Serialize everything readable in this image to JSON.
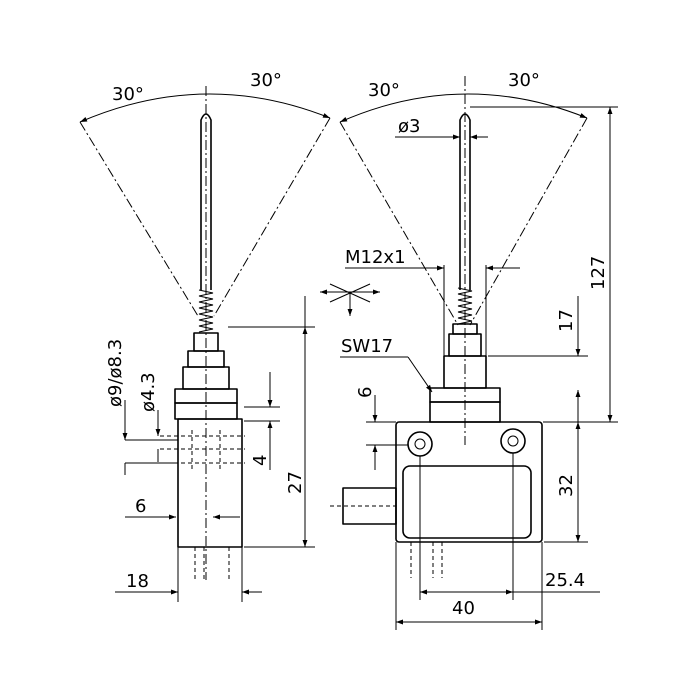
{
  "left_view": {
    "angle_left": "30°",
    "angle_right": "30°",
    "dia_thread": "ø9/ø8.3",
    "dia_bore": "ø4.3",
    "dim_6": "6",
    "dim_4": "4",
    "dim_27": "27",
    "dim_18": "18"
  },
  "right_view": {
    "angle_left": "30°",
    "angle_right": "30°",
    "dia_rod": "ø3",
    "thread": "M12x1",
    "wrench": "SW17",
    "dim_127": "127",
    "dim_17": "17",
    "dim_6": "6",
    "dim_32": "32",
    "dim_25_4": "25.4",
    "dim_40": "40"
  }
}
